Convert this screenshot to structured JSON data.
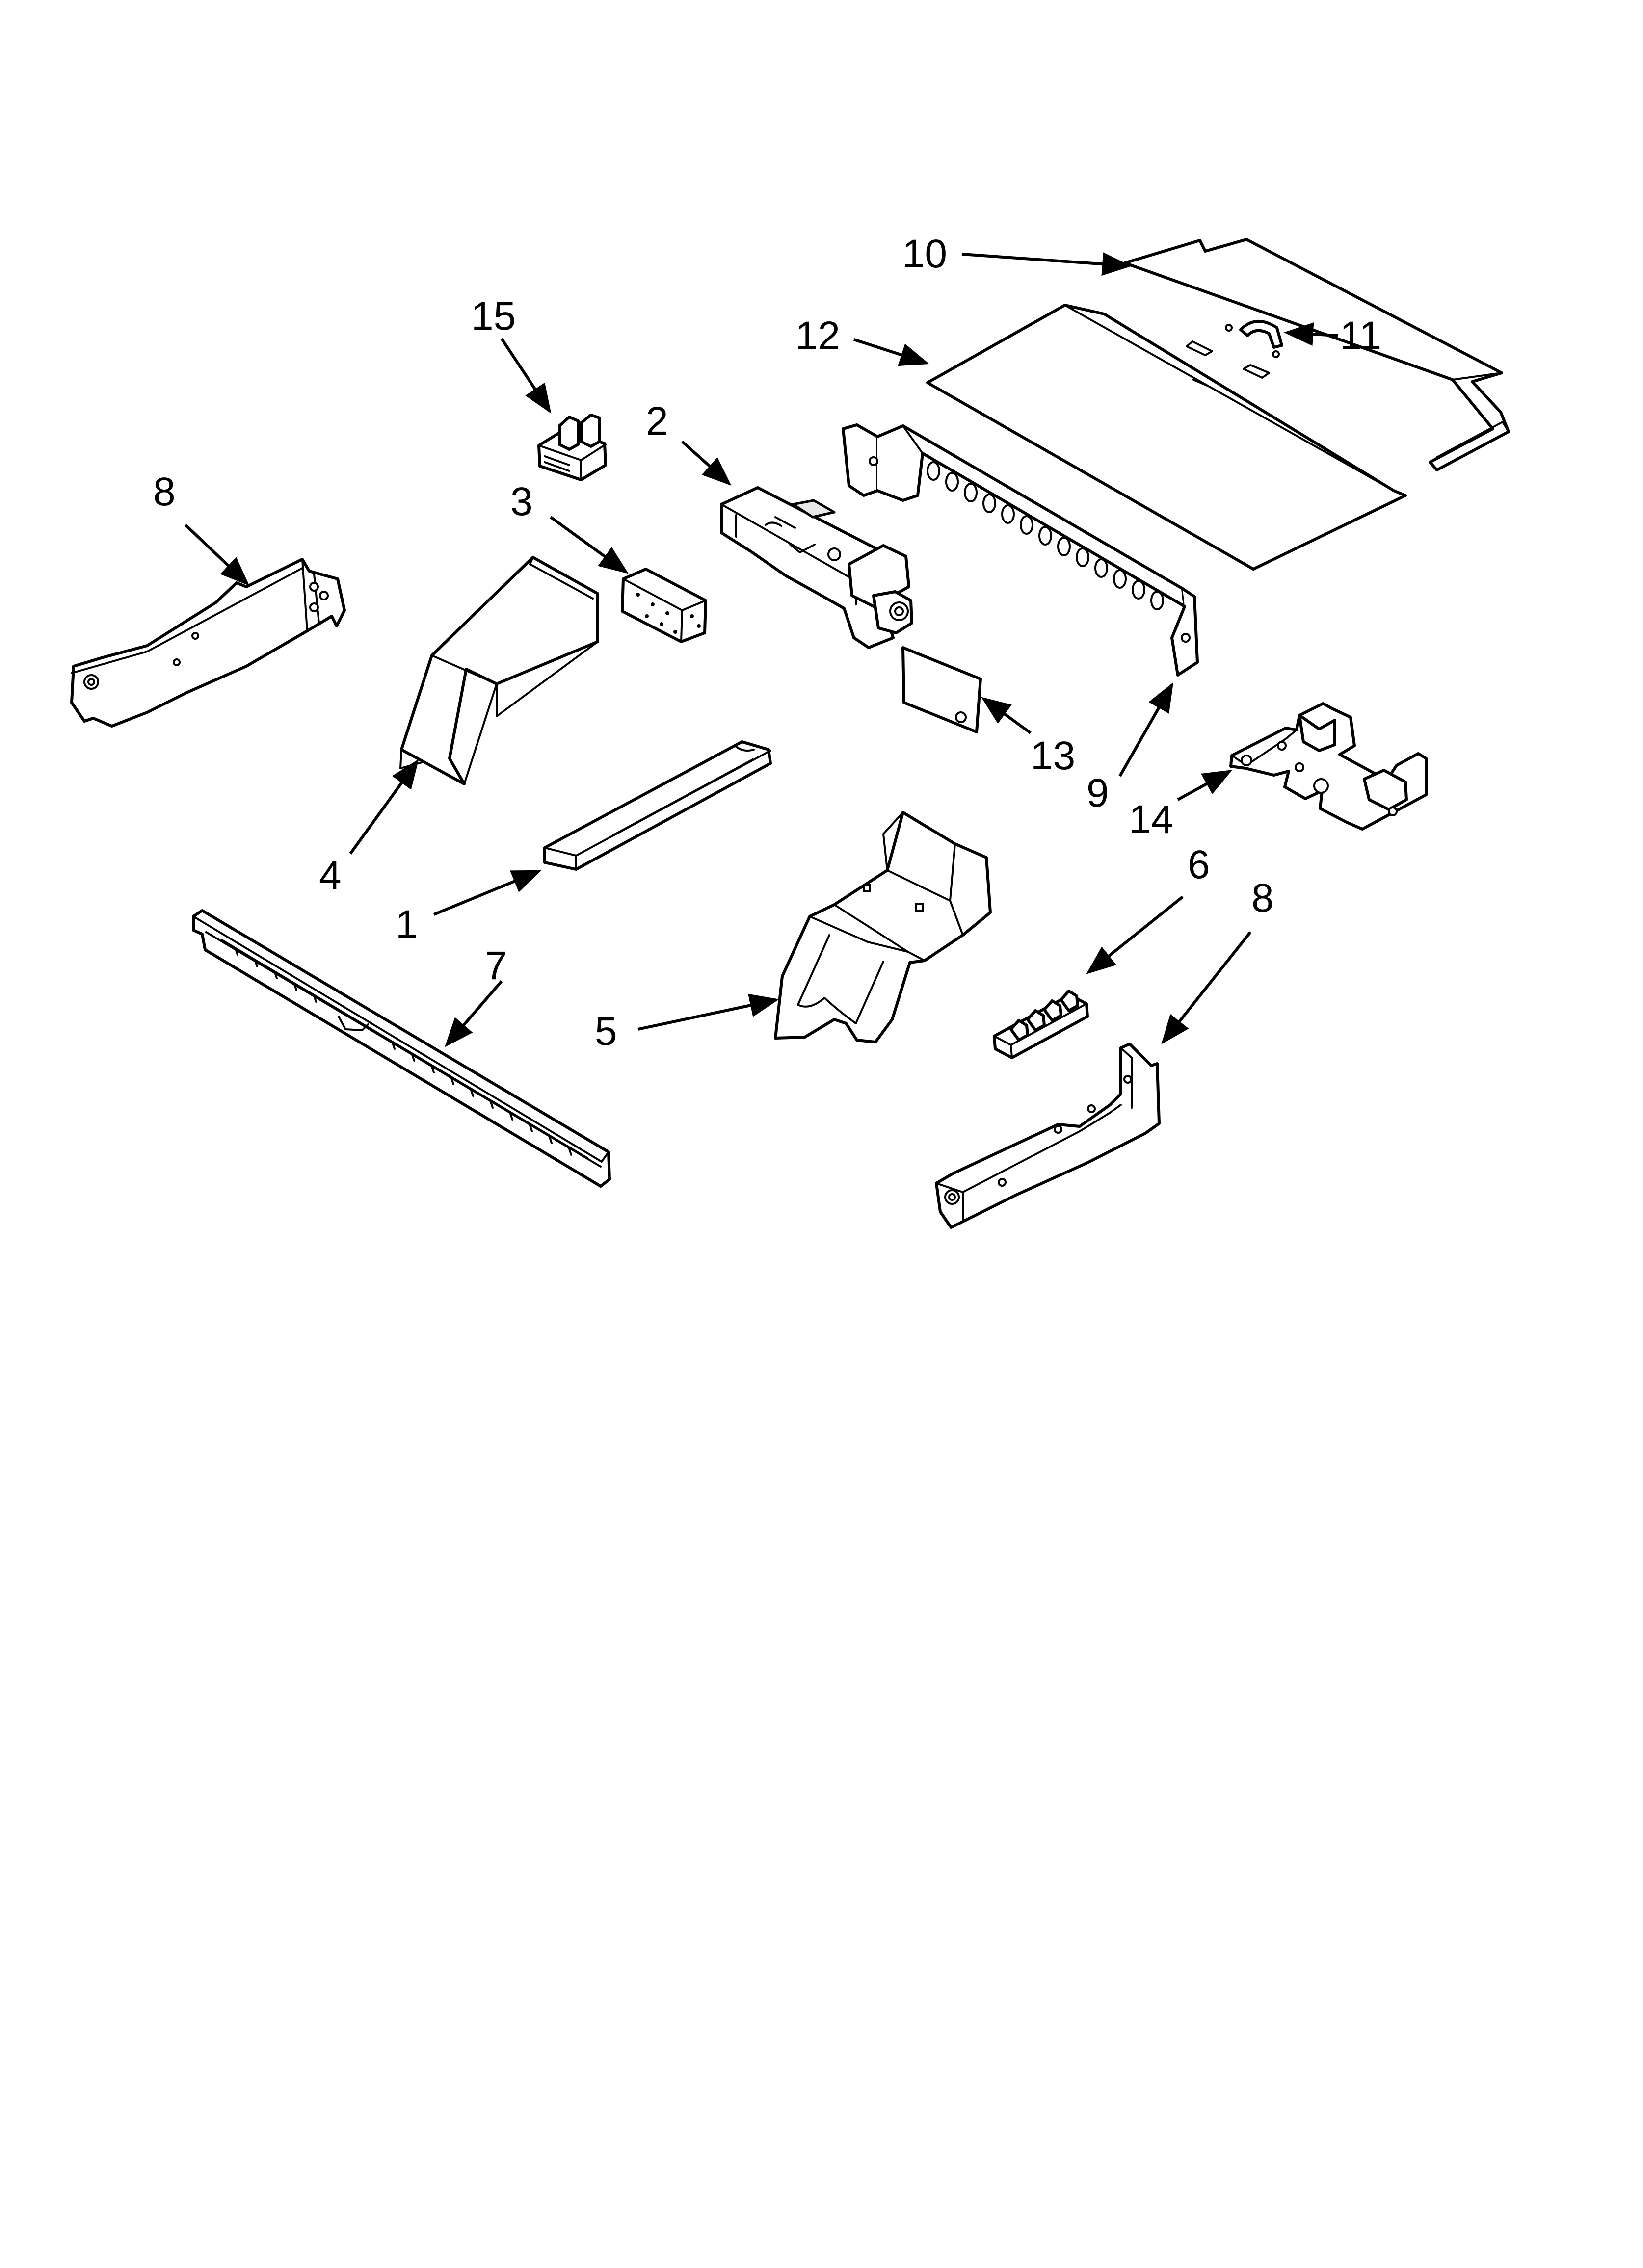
{
  "diagram": {
    "callouts": [
      {
        "id": "c1",
        "label": "1"
      },
      {
        "id": "c2",
        "label": "2"
      },
      {
        "id": "c3",
        "label": "3"
      },
      {
        "id": "c4",
        "label": "4"
      },
      {
        "id": "c5",
        "label": "5"
      },
      {
        "id": "c6",
        "label": "6"
      },
      {
        "id": "c7",
        "label": "7"
      },
      {
        "id": "c8a",
        "label": "8"
      },
      {
        "id": "c8b",
        "label": "8"
      },
      {
        "id": "c9",
        "label": "9"
      },
      {
        "id": "c10",
        "label": "10"
      },
      {
        "id": "c11",
        "label": "11"
      },
      {
        "id": "c12",
        "label": "12"
      },
      {
        "id": "c13",
        "label": "13"
      },
      {
        "id": "c14",
        "label": "14"
      },
      {
        "id": "c15",
        "label": "15"
      }
    ]
  }
}
